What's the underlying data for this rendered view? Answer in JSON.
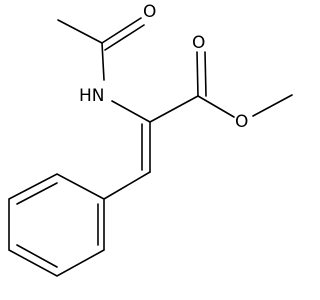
{
  "structure": {
    "atoms": {
      "carbonyl_oxygen_acetyl": "O",
      "amide_nitrogen": "HN",
      "carbonyl_oxygen_ester": "O",
      "ester_oxygen": "O"
    }
  }
}
